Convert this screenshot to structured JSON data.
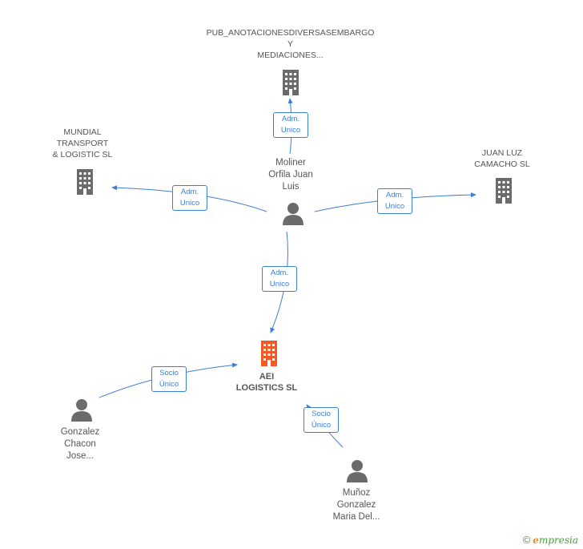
{
  "colors": {
    "edge": "#3d7fd6",
    "building_gray": "#6b6b6b",
    "building_main": "#f05a28",
    "person_gray": "#6b6b6b",
    "text": "#555555"
  },
  "nodes": {
    "pub_anotaciones": {
      "lines": [
        "PUB_ANOTACIONESDIVERSASEMBARGO",
        "Y",
        "MEDIACIONES..."
      ],
      "icon": "building-icon"
    },
    "mundial": {
      "lines": [
        "MUNDIAL",
        "TRANSPORT",
        "& LOGISTIC SL"
      ],
      "icon": "building-icon"
    },
    "juan_luz": {
      "lines": [
        "JUAN LUZ",
        "CAMACHO SL"
      ],
      "icon": "building-icon"
    },
    "moliner": {
      "lines": [
        "Moliner",
        "Orfila Juan",
        "Luis"
      ],
      "icon": "person-icon"
    },
    "aei": {
      "lines": [
        "AEI",
        "LOGISTICS SL"
      ],
      "icon": "building-icon"
    },
    "gonzalez": {
      "lines": [
        "Gonzalez",
        "Chacon",
        "Jose..."
      ],
      "icon": "person-icon"
    },
    "munoz": {
      "lines": [
        "Muñoz",
        "Gonzalez",
        "Maria Del..."
      ],
      "icon": "person-icon"
    }
  },
  "edges": {
    "moliner_pub": {
      "lines": [
        "Adm.",
        "Unico"
      ]
    },
    "moliner_mundial": {
      "lines": [
        "Adm.",
        "Unico"
      ]
    },
    "moliner_juan_luz": {
      "lines": [
        "Adm.",
        "Unico"
      ]
    },
    "moliner_aei": {
      "lines": [
        "Adm.",
        "Unico"
      ]
    },
    "gonzalez_aei": {
      "lines": [
        "Socio",
        "Único"
      ]
    },
    "munoz_aei": {
      "lines": [
        "Socio",
        "Único"
      ]
    }
  },
  "footer": {
    "copyright": "©",
    "brand_e": "e",
    "brand_rest": "mpresia"
  }
}
